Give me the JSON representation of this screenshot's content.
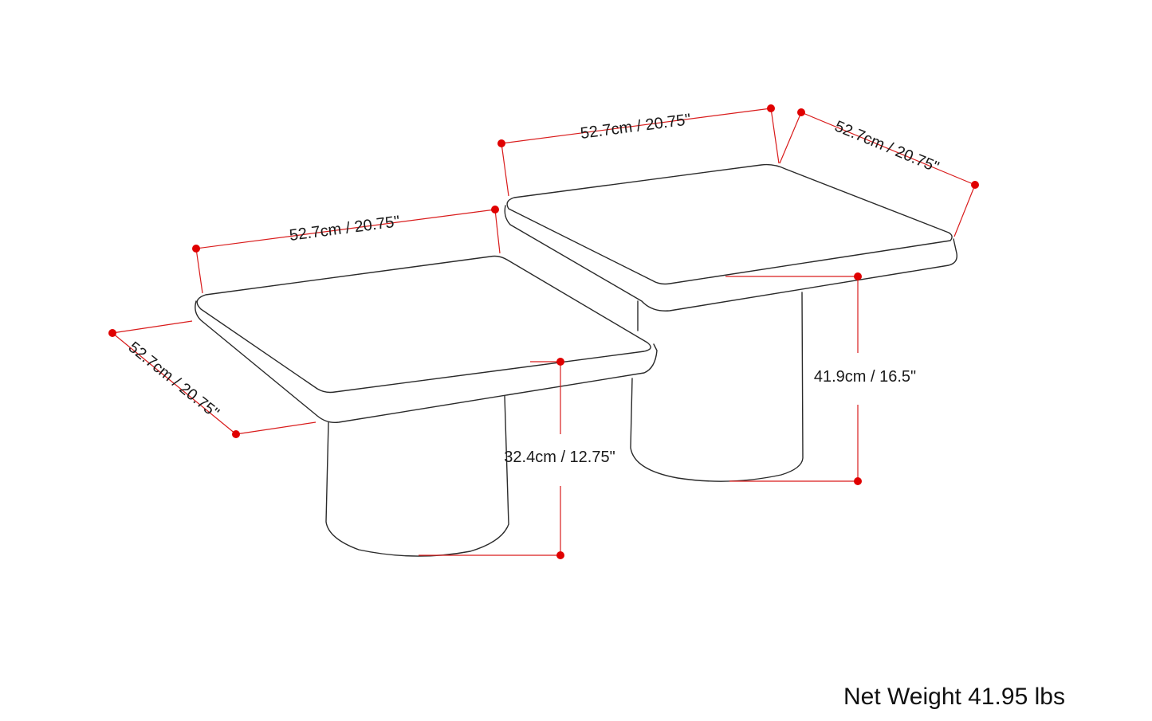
{
  "dimensions": {
    "large_table_width": "52.7cm / 20.75\"",
    "large_table_depth": "52.7cm / 20.75\"",
    "large_table_height": "41.9cm / 16.5\"",
    "small_table_width": "52.7cm / 20.75\"",
    "small_table_depth": "52.7cm / 20.75\"",
    "small_table_height": "32.4cm / 12.75\""
  },
  "net_weight": "Net Weight 41.95 lbs",
  "colors": {
    "dimension": "#d91c1c",
    "outline": "#2a2a2a"
  }
}
